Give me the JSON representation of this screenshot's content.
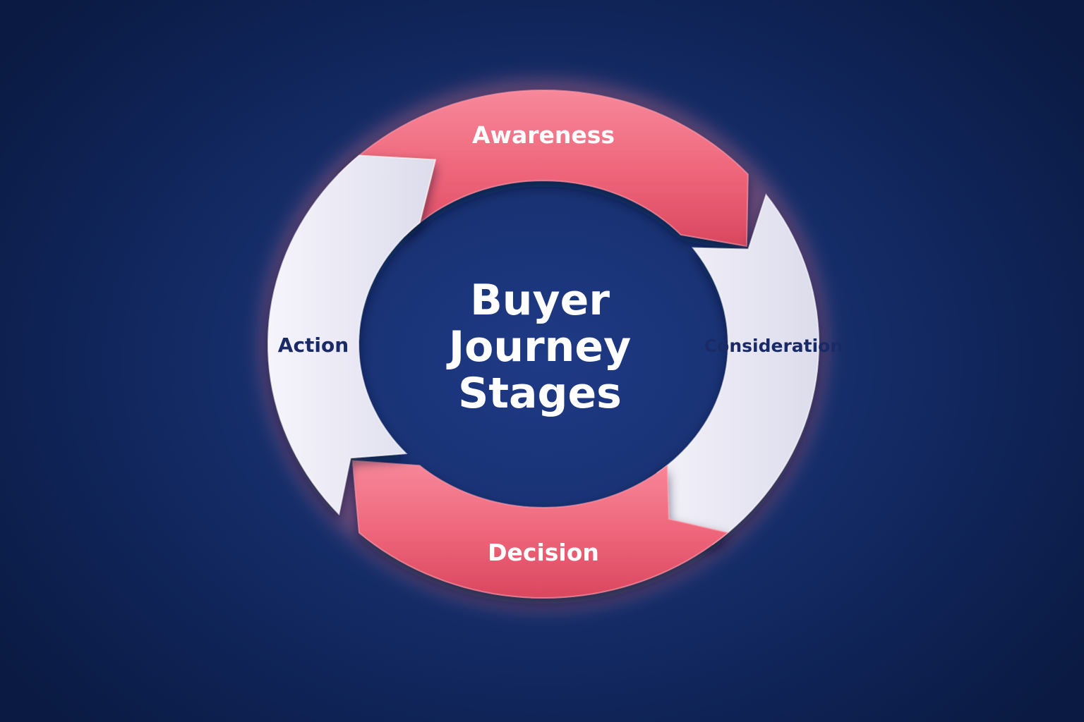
{
  "title_lines": [
    "Buyer",
    "Journey",
    "Stages"
  ],
  "stages": [
    {
      "id": "awareness",
      "label": "Awareness",
      "color": "#f06a80",
      "text_color": "#ffffff"
    },
    {
      "id": "consideration",
      "label": "Consideration",
      "color": "#eeeef6",
      "text_color": "#1a2a66"
    },
    {
      "id": "decision",
      "label": "Decision",
      "color": "#f06a80",
      "text_color": "#ffffff"
    },
    {
      "id": "action",
      "label": "Action",
      "color": "#eeeef6",
      "text_color": "#1a2a66"
    }
  ],
  "colors": {
    "background": "#14296a",
    "pink": "#f06a80",
    "light": "#eeeef6",
    "title": "#ffffff"
  }
}
